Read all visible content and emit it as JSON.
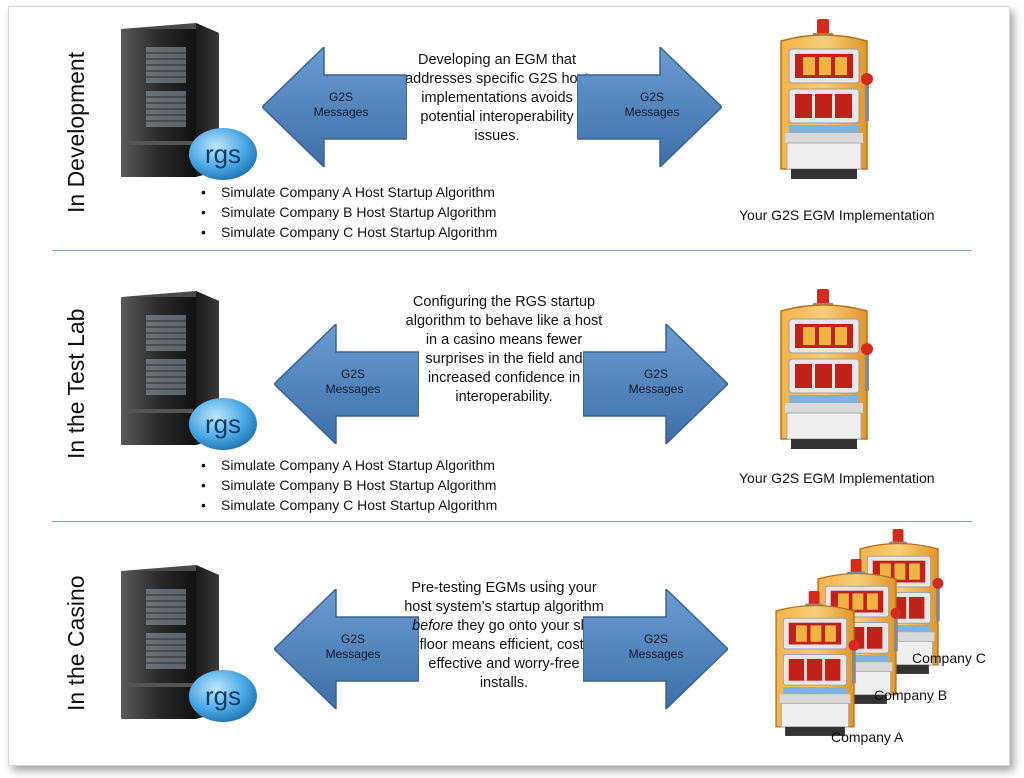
{
  "sections": [
    {
      "label": "In Development",
      "left_arrow": "G2S\nMessages",
      "right_arrow": "G2S\nMessages",
      "description": "Developing an EGM that addresses specific G2S host implementations avoids potential interoperability issues.",
      "bullets": [
        "Simulate Company A Host Startup Algorithm",
        "Simulate Company B Host Startup Algorithm",
        "Simulate Company C Host Startup Algorithm"
      ],
      "caption": "Your G2S EGM Implementation"
    },
    {
      "label": "In the Test Lab",
      "left_arrow": "G2S\nMessages",
      "right_arrow": "G2S\nMessages",
      "description": "Configuring the RGS startup algorithm to behave like a host in a casino means fewer surprises in the field and increased confidence in interoperability.",
      "bullets": [
        "Simulate Company A Host Startup Algorithm",
        "Simulate Company B Host Startup Algorithm",
        "Simulate Company C Host Startup Algorithm"
      ],
      "caption": "Your G2S EGM Implementation"
    },
    {
      "label": "In the Casino",
      "left_arrow": "G2S\nMessages",
      "right_arrow": "G2S\nMessages",
      "description_parts": [
        "Pre-testing EGMs using your host system’s startup algorithm ",
        "before",
        " they go onto your slot floor means efficient, cost-effective and worry-free  installs."
      ],
      "companies": [
        "Company C",
        "Company B",
        "Company A"
      ]
    }
  ],
  "logo_text": "rgs",
  "colors": {
    "arrow": "#4f81bd",
    "arrow_stroke": "#3a6391",
    "divider": "#7fa6c6",
    "server": "#2b2b2b",
    "logo": "#2e8fd0"
  }
}
